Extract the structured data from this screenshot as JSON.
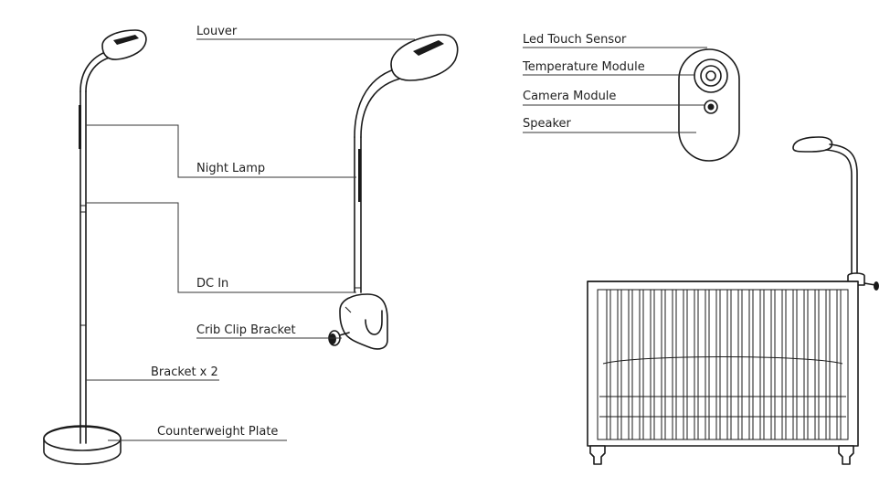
{
  "labels": {
    "louver": "Louver",
    "night_lamp": "Night Lamp",
    "dc_in": "DC In",
    "crib_clip_bracket": "Crib Clip Bracket",
    "bracket_x2": "Bracket x 2",
    "counterweight_plate": "Counterweight Plate",
    "led_touch_sensor": "Led Touch Sensor",
    "temperature_module": "Temperature Module",
    "camera_module": "Camera Module",
    "speaker": "Speaker"
  },
  "colors": {
    "line": "#1a1a1a",
    "background": "#ffffff"
  }
}
